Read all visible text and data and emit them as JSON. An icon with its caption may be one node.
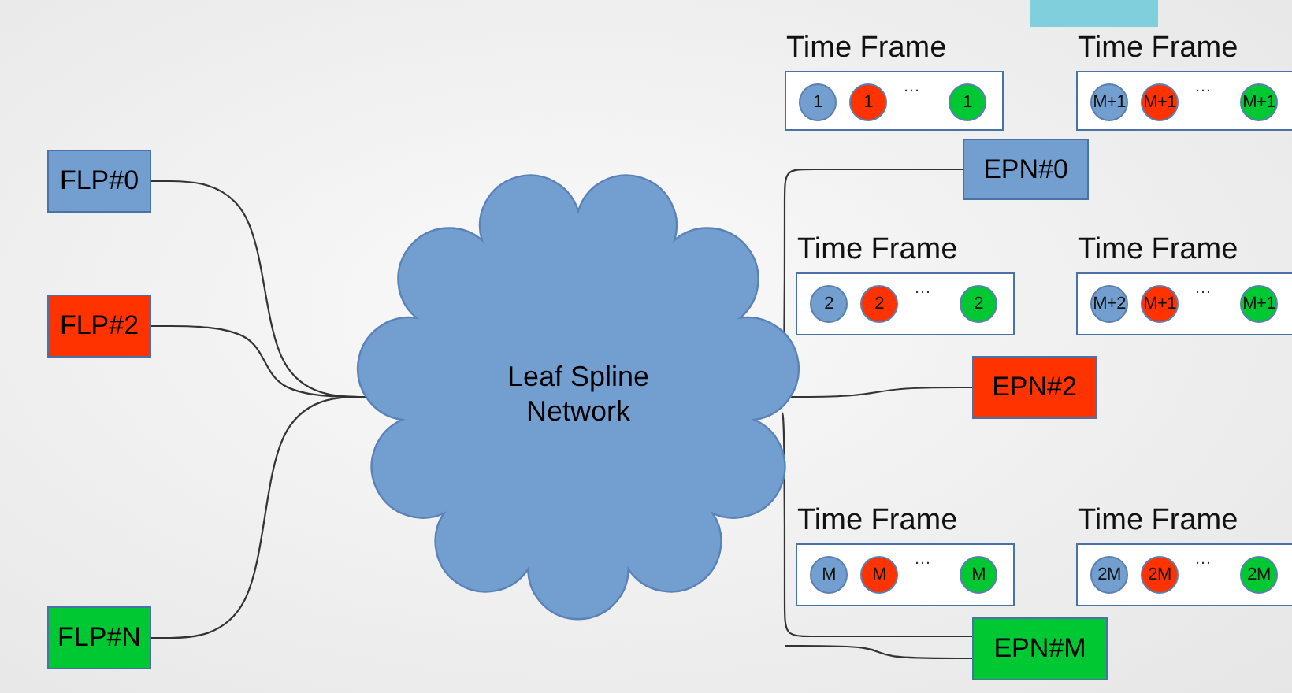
{
  "diagram": {
    "nodes": [
      {
        "text": [
          "FLP#0"
        ]
      },
      {
        "text": [
          "FLP#2"
        ]
      },
      {
        "text": [
          "FLP#N"
        ]
      },
      {
        "text": [
          "Leaf Spline Network"
        ]
      },
      {
        "text": [
          "EPN#0"
        ]
      },
      {
        "text": [
          "EPN#2"
        ]
      },
      {
        "text": [
          "EPN#M"
        ]
      },
      {
        "text": [
          "Time Frame",
          "…"
        ]
      },
      {
        "text": [
          "1"
        ],
        "in": 7
      },
      {
        "text": [
          "1"
        ],
        "in": 7
      },
      {
        "text": [
          "1"
        ],
        "in": 7
      },
      {
        "text": [
          "Time Frame",
          "…"
        ]
      },
      {
        "text": [
          "M+1"
        ],
        "in": 11
      },
      {
        "text": [
          "M+1"
        ],
        "in": 11
      },
      {
        "text": [
          "M+1"
        ],
        "in": 11
      },
      {
        "text": [
          "Time Frame",
          "…"
        ]
      },
      {
        "text": [
          "2"
        ],
        "in": 15
      },
      {
        "text": [
          "2"
        ],
        "in": 15
      },
      {
        "text": [
          "2"
        ],
        "in": 15
      },
      {
        "text": [
          "Time Frame",
          "…"
        ]
      },
      {
        "text": [
          "M+2"
        ],
        "in": 19
      },
      {
        "text": [
          "M+1"
        ],
        "in": 19
      },
      {
        "text": [
          "M+1"
        ],
        "in": 19
      },
      {
        "text": [
          "Time Frame",
          "…"
        ]
      },
      {
        "text": [
          "M"
        ],
        "in": 23
      },
      {
        "text": [
          "M"
        ],
        "in": 23
      },
      {
        "text": [
          "M"
        ],
        "in": 23
      },
      {
        "text": [
          "Time Frame",
          "…"
        ]
      },
      {
        "text": [
          "2M"
        ],
        "in": 27
      },
      {
        "text": [
          "2M"
        ],
        "in": 27
      },
      {
        "text": [
          "2M"
        ],
        "in": 27
      },
      {
        "text": [],
        "shape": "box"
      }
    ],
    "edges": [
      {
        "from": 0,
        "to": 3,
        "arrow": "none"
      },
      {
        "from": 1,
        "to": 3,
        "arrow": "none"
      },
      {
        "from": 2,
        "to": 3,
        "arrow": "none"
      },
      {
        "from": 3,
        "to": 4,
        "arrow": "none"
      },
      {
        "from": 3,
        "to": 5,
        "arrow": "none"
      },
      {
        "from": 3,
        "to": 6,
        "arrow": "none"
      },
      {
        "from": null,
        "to": 6,
        "arrow": "none"
      }
    ]
  }
}
